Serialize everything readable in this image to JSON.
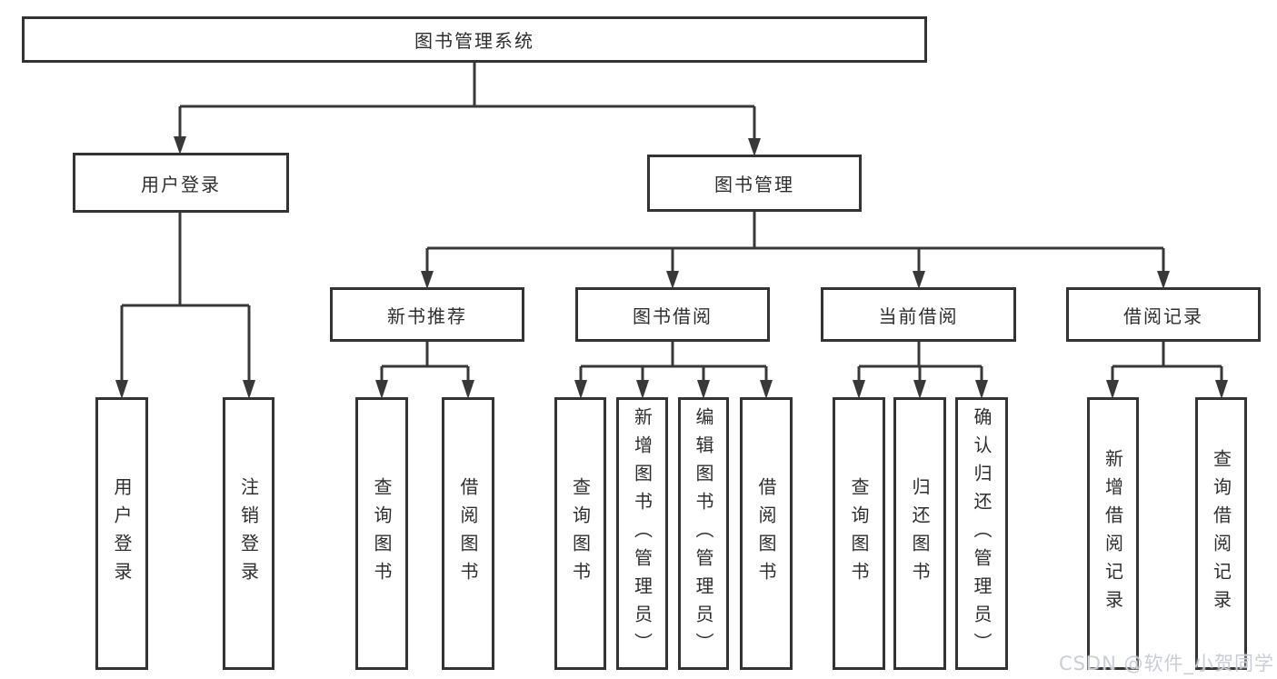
{
  "root": {
    "label": "图书管理系统"
  },
  "level2": {
    "user_login": {
      "label": "用户登录"
    },
    "book_mgmt": {
      "label": "图书管理"
    }
  },
  "level3": {
    "new_books": {
      "label": "新书推荐"
    },
    "book_borrow": {
      "label": "图书借阅"
    },
    "current_borrow": {
      "label": "当前借阅"
    },
    "borrow_records": {
      "label": "借阅记录"
    }
  },
  "leaves": {
    "user_login": [
      "用户登录",
      "注销登录"
    ],
    "new_books": [
      "查询图书",
      "借阅图书"
    ],
    "book_borrow": [
      "查询图书",
      "新增图书（管理员）",
      "编辑图书（管理员）",
      "借阅图书"
    ],
    "current_borrow": [
      "查询图书",
      "归还图书",
      "确认归还（管理员）"
    ],
    "borrow_records": [
      "新增借阅记录",
      "查询借阅记录"
    ]
  },
  "watermark": "CSDN @软件_小贺同学",
  "colors": {
    "line": "#383838",
    "box_border": "#333333",
    "text": "#2e2e2e",
    "watermark": "#c9cdd6"
  }
}
